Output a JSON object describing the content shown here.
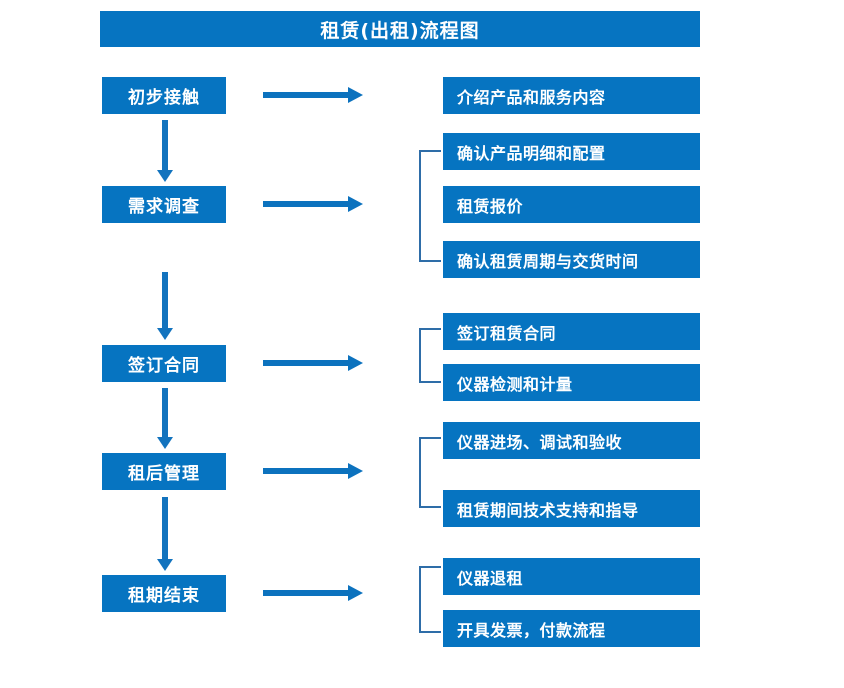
{
  "diagram": {
    "title": "租赁(出租)流程图",
    "accent_color": "#0674C1",
    "arrow_color": "#0C72BE",
    "bracket_color": "#2E6DA8",
    "text_color": "#FFFFFF",
    "background_color": "#FFFFFF"
  },
  "stages": [
    {
      "id": "stage-1",
      "label": "初步接触"
    },
    {
      "id": "stage-2",
      "label": "需求调查"
    },
    {
      "id": "stage-3",
      "label": "签订合同"
    },
    {
      "id": "stage-4",
      "label": "租后管理"
    },
    {
      "id": "stage-5",
      "label": "租期结束"
    }
  ],
  "details": [
    {
      "id": "detail-1",
      "label": "介绍产品和服务内容",
      "group": 1
    },
    {
      "id": "detail-2",
      "label": "确认产品明细和配置",
      "group": 2
    },
    {
      "id": "detail-3",
      "label": "租赁报价",
      "group": 2
    },
    {
      "id": "detail-4",
      "label": "确认租赁周期与交货时间",
      "group": 2
    },
    {
      "id": "detail-5",
      "label": "签订租赁合同",
      "group": 3
    },
    {
      "id": "detail-6",
      "label": "仪器检测和计量",
      "group": 3
    },
    {
      "id": "detail-7",
      "label": "仪器进场、调试和验收",
      "group": 4
    },
    {
      "id": "detail-8",
      "label": "租赁期间技术支持和指导",
      "group": 4
    },
    {
      "id": "detail-9",
      "label": "仪器退租",
      "group": 5
    },
    {
      "id": "detail-10",
      "label": "开具发票，付款流程",
      "group": 5
    }
  ],
  "connectors": {
    "horizontal_arrow_count": 5,
    "vertical_arrow_count": 4,
    "bracket_count": 4
  }
}
